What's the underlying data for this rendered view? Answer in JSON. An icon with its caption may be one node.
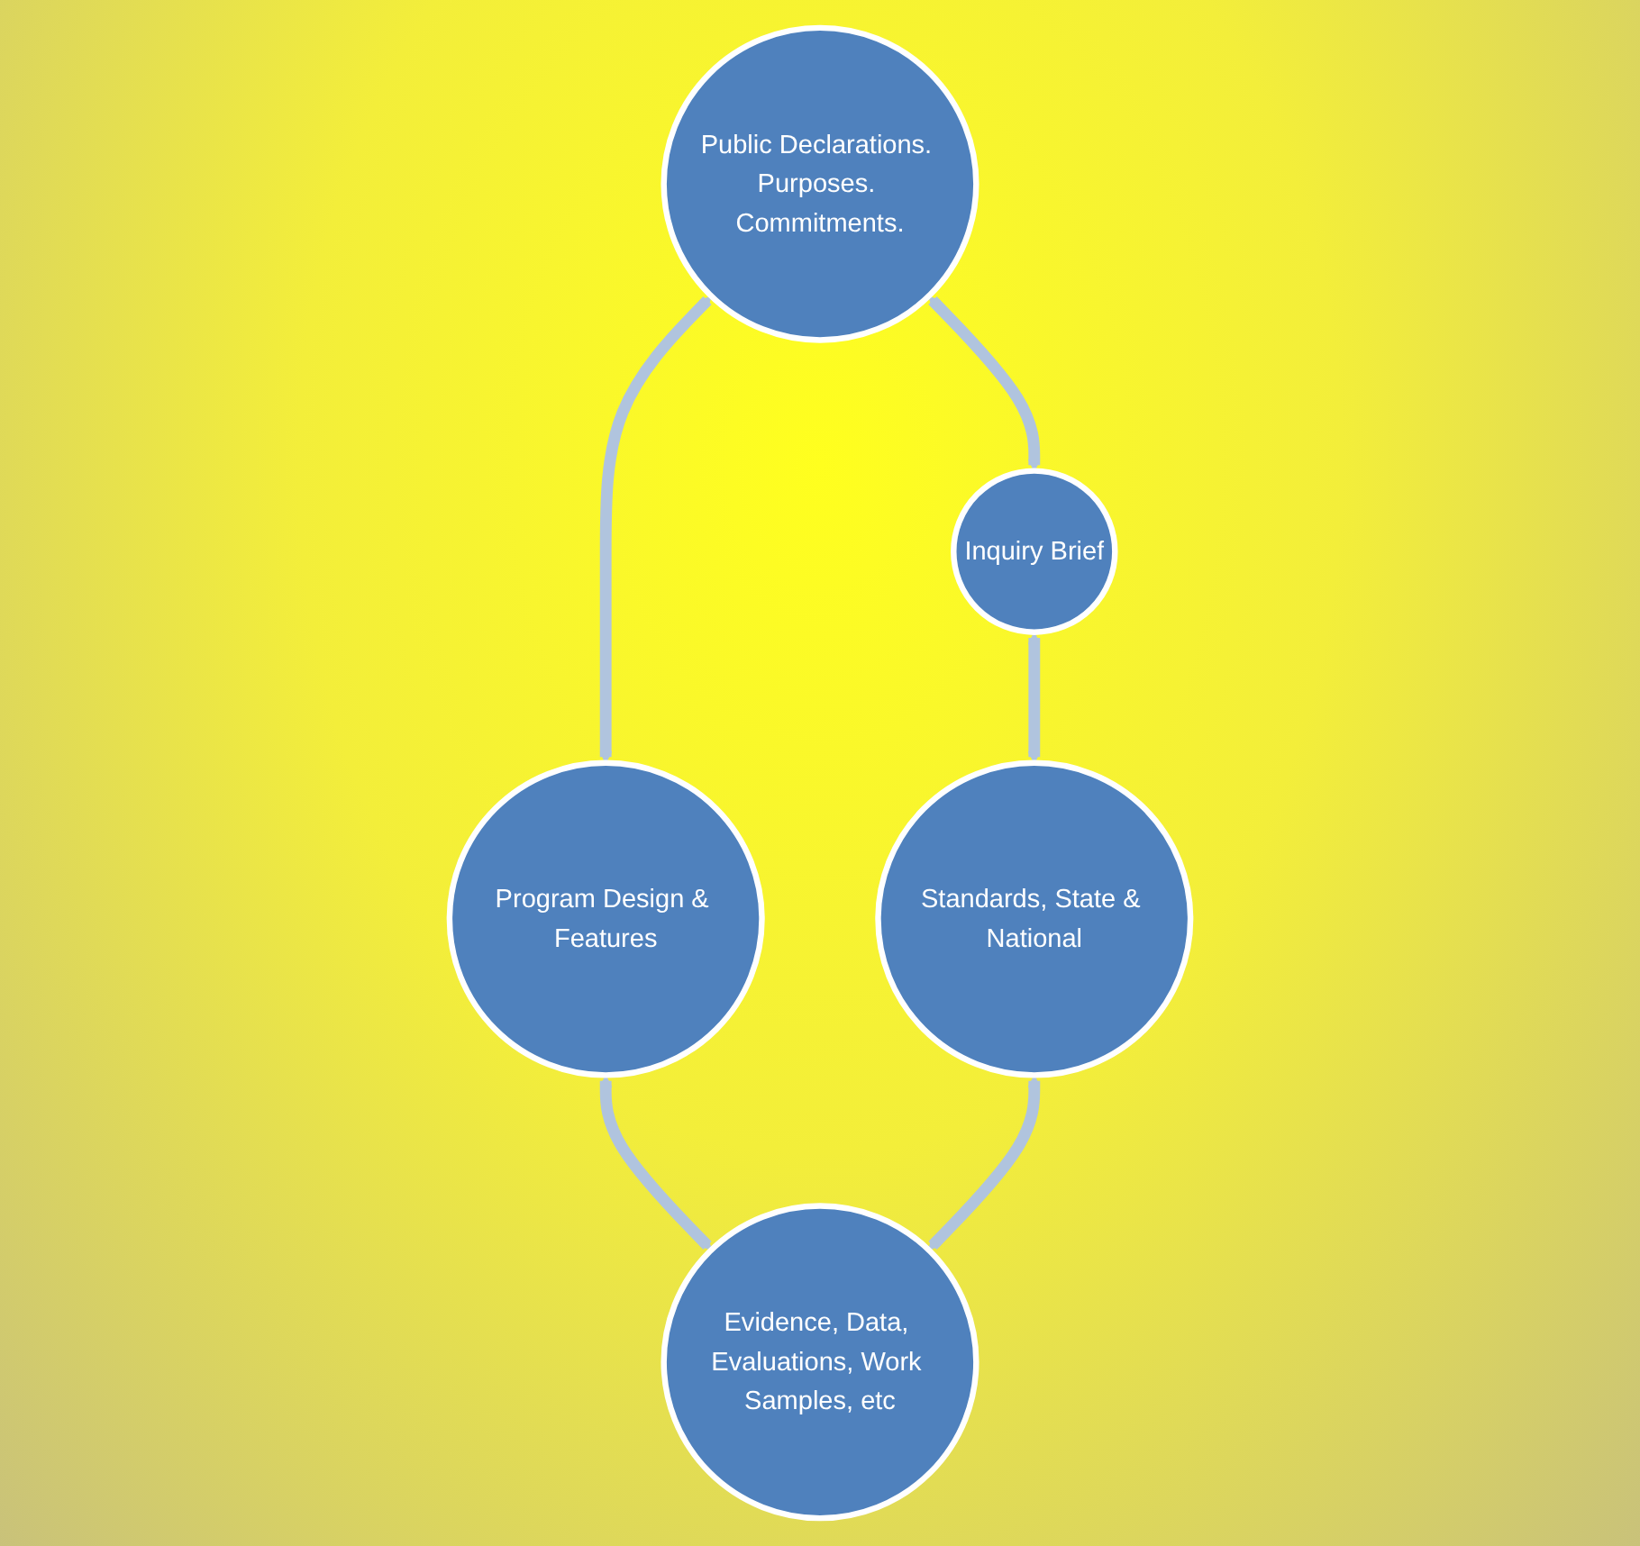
{
  "diagram": {
    "nodes": [
      {
        "text": [
          "Public Declarations. Purposes. Commitments."
        ]
      },
      {
        "text": [
          "Program Design & Features"
        ]
      },
      {
        "text": [
          "Evidence, Data, Evaluations, Work Samples, etc"
        ]
      },
      {
        "text": [
          "Standards, State & National"
        ]
      },
      {
        "text": [
          "Inquiry Brief"
        ]
      }
    ],
    "edges": [
      {
        "from": 0,
        "to": 1,
        "arrow": "both"
      },
      {
        "from": 1,
        "to": 2,
        "arrow": "both"
      },
      {
        "from": 3,
        "to": 2,
        "arrow": "both"
      },
      {
        "from": 4,
        "to": 3,
        "arrow": "both"
      },
      {
        "from": 0,
        "to": 4,
        "arrow": "both"
      }
    ]
  }
}
